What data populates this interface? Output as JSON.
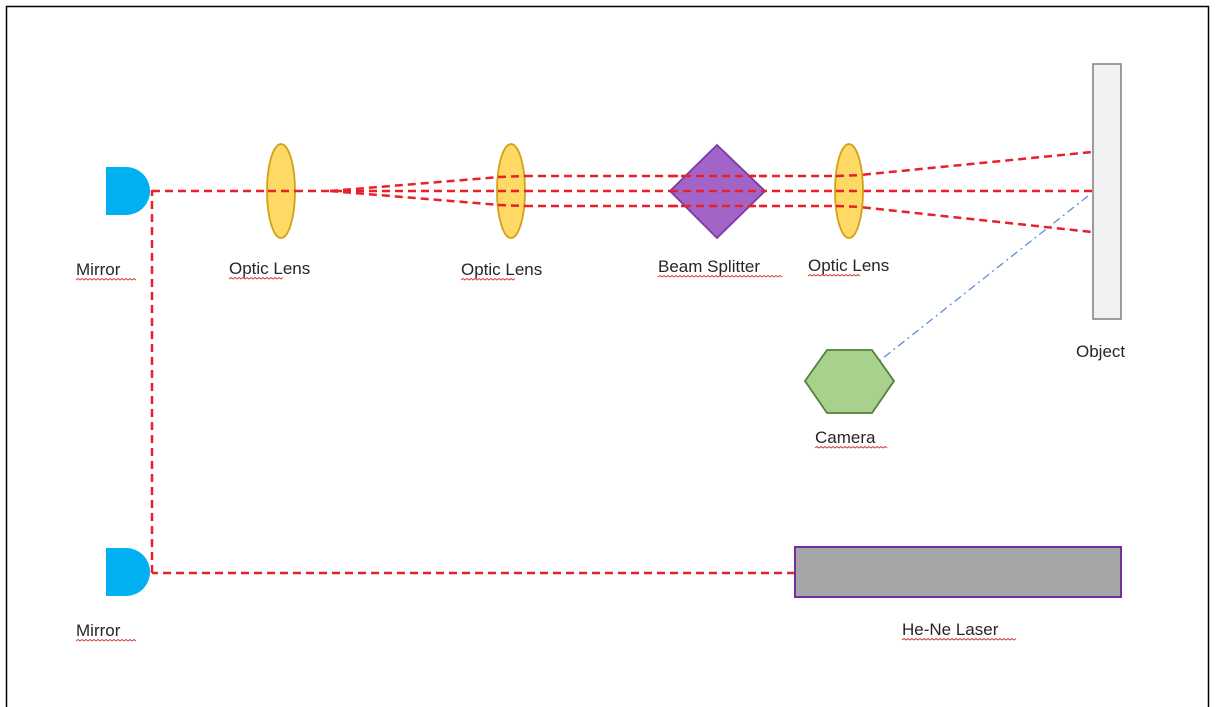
{
  "diagram": {
    "labels": {
      "mirror_top": "Mirror",
      "mirror_bottom": "Mirror",
      "lens_1": "Optic Lens",
      "lens_2": "Optic Lens",
      "beam_splitter": "Beam Splitter",
      "lens_3": "Optic Lens",
      "object": "Object",
      "camera": "Camera",
      "laser": "He-Ne Laser"
    },
    "colors": {
      "frame": "#000000",
      "laser_beam": "#e8202a",
      "camera_ray": "#5b8fd6",
      "mirror": "#00b0f0",
      "lens_fill": "#ffd966",
      "lens_stroke": "#d4a017",
      "beam_splitter_fill": "#a364c8",
      "beam_splitter_stroke": "#7b3aa6",
      "camera_fill": "#a9d18e",
      "camera_stroke": "#538135",
      "object_fill": "#f2f2f2",
      "object_stroke": "#7f7f7f",
      "laser_fill": "#a6a6a6",
      "laser_stroke": "#7030a0",
      "spellcheck_underline": "#d9403a"
    }
  }
}
